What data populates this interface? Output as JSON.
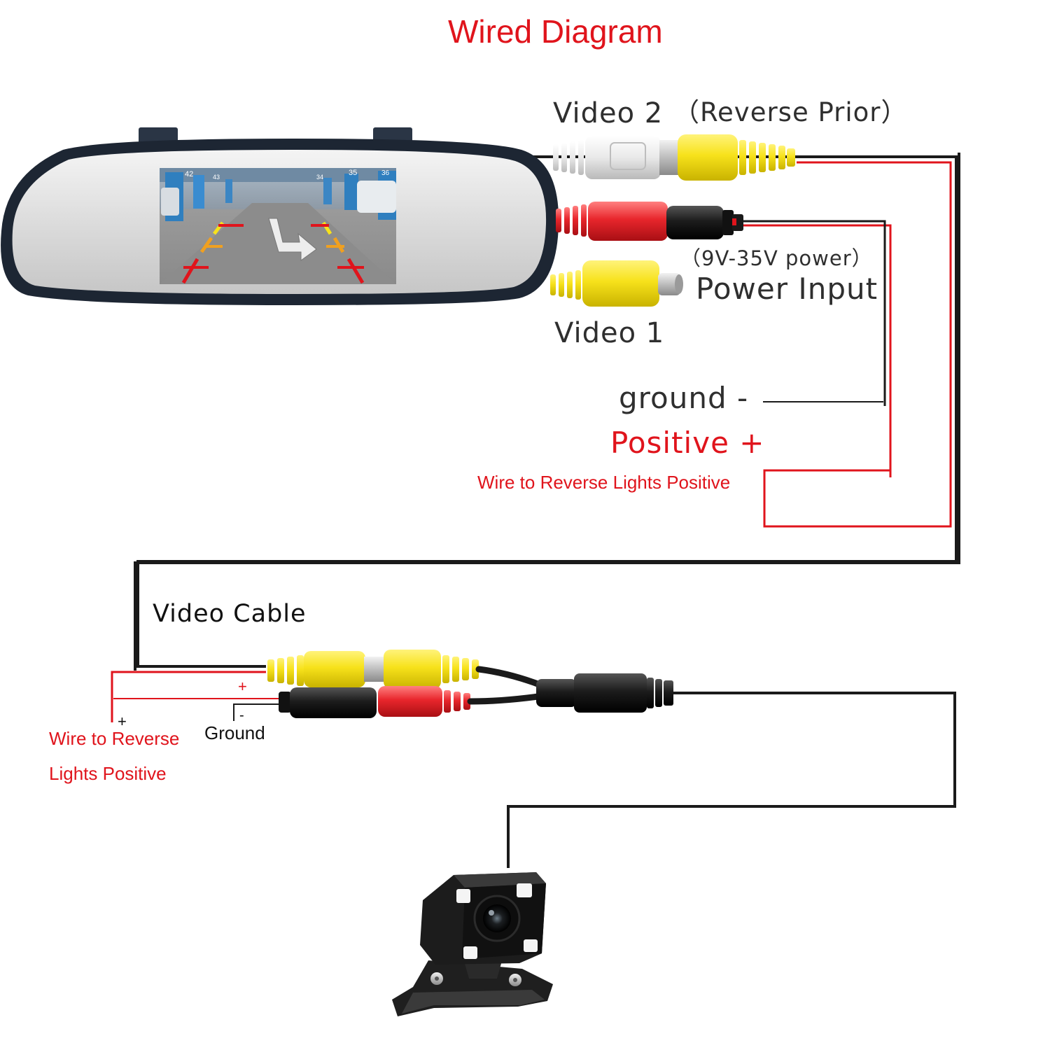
{
  "title": "Wired Diagram",
  "labels": {
    "video2": "Video 2",
    "reverse_prior": "（Reverse Prior）",
    "power_range": "（9V-35V power）",
    "power_input": "Power Input",
    "video1": "Video 1",
    "ground": "ground -",
    "positive": "Positive +",
    "wire_reverse_top": "Wire to Reverse Lights Positive",
    "video_cable": "Video Cable",
    "plus_small": "+",
    "plus_left": "+",
    "minus_small": "-",
    "ground_bottom": "Ground",
    "wire_reverse_bottom_1": "Wire to Reverse",
    "wire_reverse_bottom_2": "Lights Positive"
  },
  "screen": {
    "parking_numbers": [
      "42",
      "43",
      "34",
      "35",
      "36"
    ]
  },
  "colors": {
    "title_red": "#e0141c",
    "wire_red": "#e0141c",
    "wire_black": "#1a1a1a",
    "rca_yellow": "#f7e21b",
    "rca_red": "#e8262c",
    "rca_white": "#eeeeee"
  },
  "icons": [
    "rear-view-mirror-monitor",
    "rca-connector",
    "dc-power-jack",
    "backup-camera",
    "reverse-arrow"
  ]
}
